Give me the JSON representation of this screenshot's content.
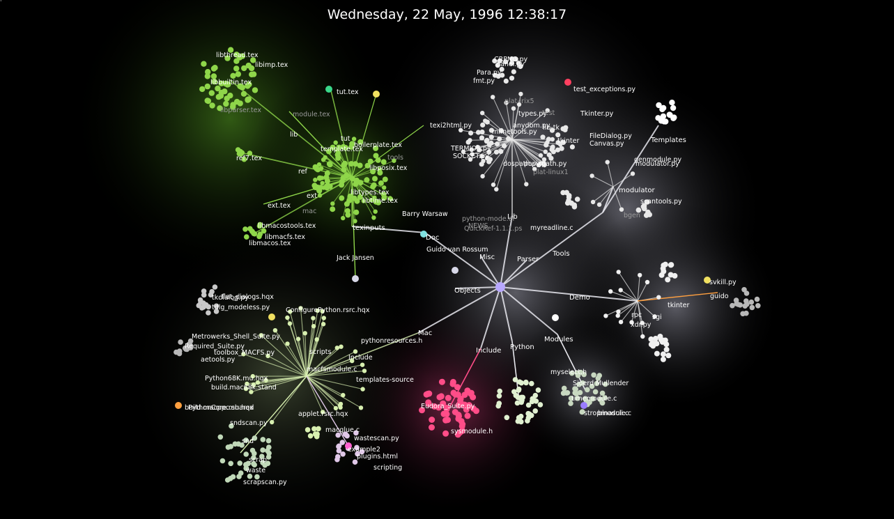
{
  "header": {
    "timestamp": "Wednesday, 22 May, 1996 12:38:17"
  },
  "colors": {
    "background": "#000000",
    "doc_cluster": "#8fd64a",
    "lib_cluster": "#e8e8e8",
    "python_cluster": "#ff4d88",
    "mac_cluster": "#d8f0b0",
    "demo_cluster": "#f0f0f0",
    "highlight_yellow": "#f0e060",
    "highlight_orange": "#ffa040",
    "highlight_violet": "#9a7cff",
    "label": "#ffffff",
    "dim_label": "#9a9a9a"
  },
  "graph": {
    "hubs": [
      {
        "id": "root",
        "label": ""
      },
      {
        "id": "lib",
        "label": "Lib"
      },
      {
        "id": "tools",
        "label": "Tools"
      },
      {
        "id": "demo",
        "label": "Demo"
      },
      {
        "id": "modules",
        "label": "Modules"
      },
      {
        "id": "python",
        "label": "Python"
      },
      {
        "id": "include",
        "label": "Include"
      },
      {
        "id": "mac",
        "label": "Mac"
      },
      {
        "id": "objects",
        "label": "Objects"
      },
      {
        "id": "misc",
        "label": "Misc"
      },
      {
        "id": "parser",
        "label": "Parser"
      },
      {
        "id": "doc",
        "label": "Doc"
      },
      {
        "id": "texinputs",
        "label": "texinputs"
      },
      {
        "id": "modulator",
        "label": "modulator"
      },
      {
        "id": "templates",
        "label": "Templates"
      }
    ],
    "labels": [
      {
        "text": "libthread.tex",
        "tone": "bright"
      },
      {
        "text": "libimp.tex",
        "tone": "bright"
      },
      {
        "text": "libbuiltin.tex",
        "tone": "bright"
      },
      {
        "text": "libparser.tex",
        "tone": "dim"
      },
      {
        "text": "tut.tex",
        "tone": "bright"
      },
      {
        "text": "module.tex",
        "tone": "dim"
      },
      {
        "text": "lib",
        "tone": "bright"
      },
      {
        "text": "tut",
        "tone": "bright"
      },
      {
        "text": "boilerplate.tex",
        "tone": "bright"
      },
      {
        "text": "texi2html.py",
        "tone": "bright"
      },
      {
        "text": "template.tex",
        "tone": "bright"
      },
      {
        "text": "ref7.tex",
        "tone": "bright"
      },
      {
        "text": "libposix.tex",
        "tone": "bright"
      },
      {
        "text": "ref",
        "tone": "bright"
      },
      {
        "text": "tools",
        "tone": "dim"
      },
      {
        "text": "ext",
        "tone": "bright"
      },
      {
        "text": "libtypes.tex",
        "tone": "bright"
      },
      {
        "text": "libtime.tex",
        "tone": "bright"
      },
      {
        "text": "ext.tex",
        "tone": "bright"
      },
      {
        "text": "mac",
        "tone": "dim"
      },
      {
        "text": "libmacostools.tex",
        "tone": "bright"
      },
      {
        "text": "libmacfs.tex",
        "tone": "bright"
      },
      {
        "text": "libmacos.tex",
        "tone": "bright"
      },
      {
        "text": "Barry Warsaw",
        "tone": "bright"
      },
      {
        "text": "Jack Jansen",
        "tone": "bright"
      },
      {
        "text": "Guido van Rossum",
        "tone": "bright"
      },
      {
        "text": "python-mode.el",
        "tone": "dim"
      },
      {
        "text": "NEWS",
        "tone": "dim"
      },
      {
        "text": "QuickRef-1.1.1.ps",
        "tone": "dim"
      },
      {
        "text": "myreadline.c",
        "tone": "bright"
      },
      {
        "text": "CRPNG.py",
        "tone": "bright"
      },
      {
        "text": "panel.py",
        "tone": "bright"
      },
      {
        "text": "Para.py",
        "tone": "bright"
      },
      {
        "text": "fmt.py",
        "tone": "bright"
      },
      {
        "text": "test_exceptions.py",
        "tone": "bright"
      },
      {
        "text": "plat-irix5",
        "tone": "dim"
      },
      {
        "text": "types.py",
        "tone": "bright"
      },
      {
        "text": "test",
        "tone": "dim"
      },
      {
        "text": "anydbm.py",
        "tone": "bright"
      },
      {
        "text": "lib-tk",
        "tone": "bright"
      },
      {
        "text": "mimetools.py",
        "tone": "bright"
      },
      {
        "text": "Tkinter.py",
        "tone": "bright"
      },
      {
        "text": "FileDialog.py",
        "tone": "bright"
      },
      {
        "text": "Canvas.py",
        "tone": "bright"
      },
      {
        "text": "tkinter",
        "tone": "bright"
      },
      {
        "text": "TERMIOS.py",
        "tone": "bright"
      },
      {
        "text": "SOCKET.py",
        "tone": "bright"
      },
      {
        "text": "dospath.py",
        "tone": "bright"
      },
      {
        "text": "posixpath.py",
        "tone": "bright"
      },
      {
        "text": "plat-linux1",
        "tone": "dim"
      },
      {
        "text": "genmodule.py",
        "tone": "bright"
      },
      {
        "text": "modulator.py",
        "tone": "bright"
      },
      {
        "text": "scantools.py",
        "tone": "bright"
      },
      {
        "text": "bgen",
        "tone": "dim"
      },
      {
        "text": "svkill.py",
        "tone": "bright"
      },
      {
        "text": "guido",
        "tone": "bright"
      },
      {
        "text": "tkinter",
        "tone": "bright"
      },
      {
        "text": "rpc",
        "tone": "bright"
      },
      {
        "text": "sgi",
        "tone": "bright"
      },
      {
        "text": "xdr.py",
        "tone": "bright"
      },
      {
        "text": "tkdialog.py",
        "tone": "bright"
      },
      {
        "text": "flat_dialogs.hqx",
        "tone": "bright"
      },
      {
        "text": "tdlg_modeless.py",
        "tone": "bright"
      },
      {
        "text": "ConfigurePython.rsrc.hqx",
        "tone": "bright"
      },
      {
        "text": "Metrowerks_Shell_Suite.py",
        "tone": "bright"
      },
      {
        "text": "Required_Suite.py",
        "tone": "bright"
      },
      {
        "text": "toolbox_MACFS.py",
        "tone": "bright"
      },
      {
        "text": "aetools.py",
        "tone": "bright"
      },
      {
        "text": "scripts",
        "tone": "bright"
      },
      {
        "text": "pythonresources.h",
        "tone": "bright"
      },
      {
        "text": "Include",
        "tone": "bright"
      },
      {
        "text": "macfsmodule.c",
        "tone": "bright"
      },
      {
        "text": "templates-source",
        "tone": "bright"
      },
      {
        "text": "Python68K.mu.hqx",
        "tone": "bright"
      },
      {
        "text": "build.mac68k.stand",
        "tone": "bright"
      },
      {
        "text": "build.macppc.shared",
        "tone": "bright"
      },
      {
        "text": "PythonCore.mu.hqx",
        "tone": "bright"
      },
      {
        "text": "applet.rsrc.hqx",
        "tone": "bright"
      },
      {
        "text": "macglue.c",
        "tone": "bright"
      },
      {
        "text": "snd",
        "tone": "bright"
      },
      {
        "text": "sndscan.py",
        "tone": "bright"
      },
      {
        "text": "scrap",
        "tone": "bright"
      },
      {
        "text": "waste",
        "tone": "bright"
      },
      {
        "text": "scrapscan.py",
        "tone": "bright"
      },
      {
        "text": "wastescan.py",
        "tone": "bright"
      },
      {
        "text": "example2",
        "tone": "bright"
      },
      {
        "text": "plugins.html",
        "tone": "bright"
      },
      {
        "text": "scripting",
        "tone": "bright"
      },
      {
        "text": "Eudora_Suite.py",
        "tone": "bright"
      },
      {
        "text": "sysmodule.h",
        "tone": "bright"
      },
      {
        "text": "myselect.h",
        "tone": "bright"
      },
      {
        "text": "Sjoerd Mullender",
        "tone": "bright"
      },
      {
        "text": "timemodule.c",
        "tone": "bright"
      },
      {
        "text": "stropmodule.c",
        "tone": "bright"
      },
      {
        "text": "binascii.c",
        "tone": "bright"
      },
      {
        "text": "parsermodule.c",
        "tone": "dim"
      }
    ]
  }
}
